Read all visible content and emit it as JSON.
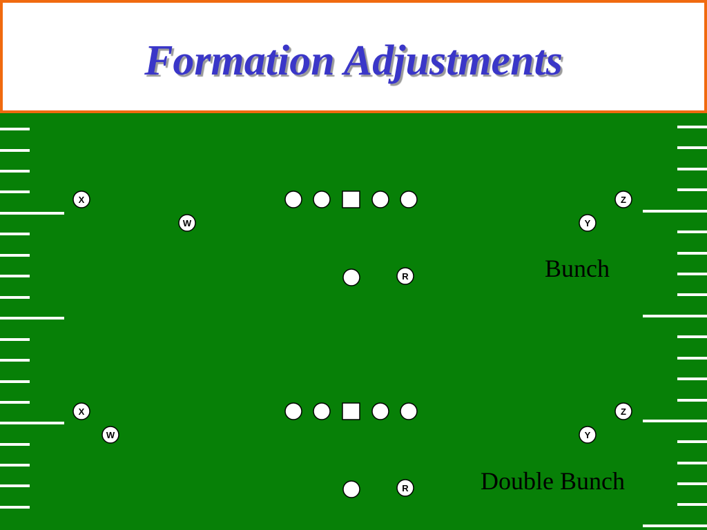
{
  "title": "Formation Adjustments",
  "colors": {
    "field": "#078007",
    "header_border": "#f06a0f",
    "title": "#3a36c8",
    "yard_lines": "#ffffff"
  },
  "formations": [
    {
      "name": "Bunch",
      "players": {
        "x": "X",
        "w": "W",
        "z": "Z",
        "y": "Y",
        "r": "R"
      }
    },
    {
      "name": "Double Bunch",
      "players": {
        "x": "X",
        "w": "W",
        "z": "Z",
        "y": "Y",
        "r": "R"
      }
    }
  ]
}
